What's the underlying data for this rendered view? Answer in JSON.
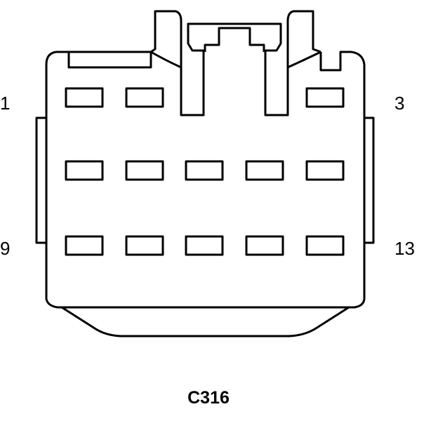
{
  "connector": {
    "id_label": "C316",
    "line_color": "#000000",
    "background": "#ffffff"
  },
  "pin_labels": {
    "top_left": "1",
    "top_right": "3",
    "bottom_left": "9",
    "bottom_right": "13"
  },
  "cavities": {
    "rows": [
      {
        "row": "top",
        "count": 3
      },
      {
        "row": "middle",
        "count": 5
      },
      {
        "row": "bottom",
        "count": 5
      }
    ]
  }
}
